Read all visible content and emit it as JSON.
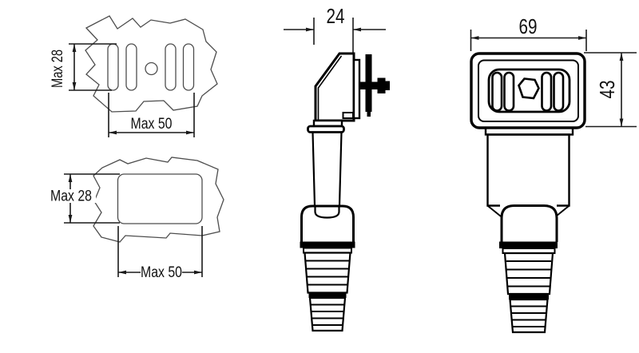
{
  "drawing": {
    "type": "technical-drawing",
    "background": "#ffffff",
    "colors": {
      "object_line": "#000000",
      "template_thin_line": "#4d4d4d",
      "dimension_line": "#1a1a1a"
    },
    "labels": {
      "top_cutout_height": "Max 28",
      "top_cutout_width": "Max 50",
      "bottom_cutout_height": "Max 28",
      "bottom_cutout_width": "Max 50",
      "side_depth": "24",
      "front_width": "69",
      "front_height": "43"
    }
  }
}
